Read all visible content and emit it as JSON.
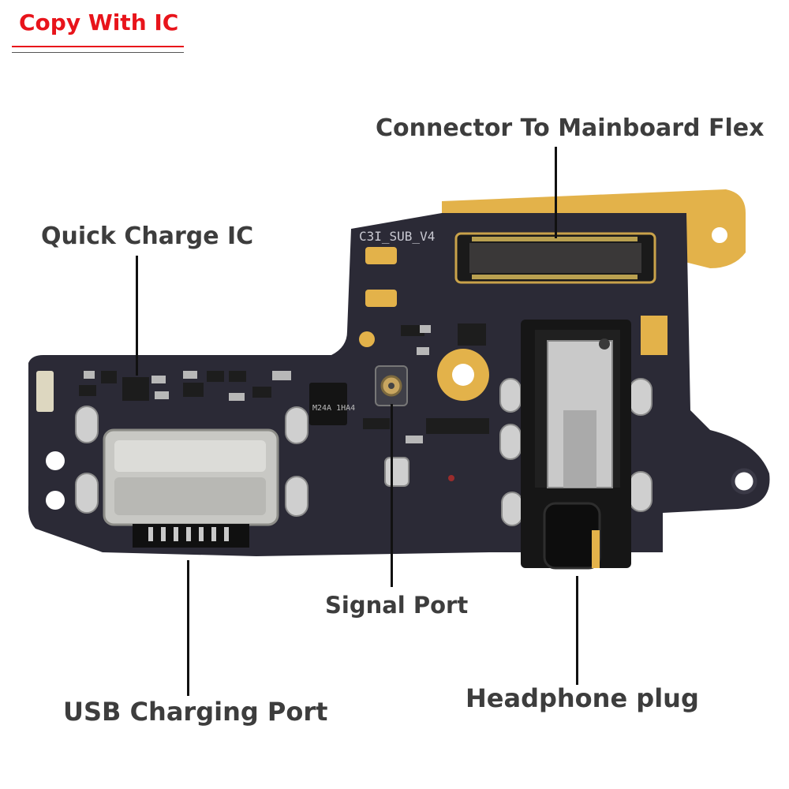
{
  "badge": {
    "text": "Copy With IC"
  },
  "labels": {
    "connector": "Connector To Mainboard Flex",
    "quick_charge": "Quick Charge IC",
    "signal": "Signal Port",
    "usb": "USB Charging Port",
    "headphone": "Headphone plug"
  },
  "board": {
    "silkscreen": "C3I_SUB_V4",
    "ic_marking": "M24A 1HA4",
    "colors": {
      "pcb": "#2b2a36",
      "gold": "#e3b24a",
      "metal": "#c8c8c4",
      "black": "#161616"
    }
  }
}
